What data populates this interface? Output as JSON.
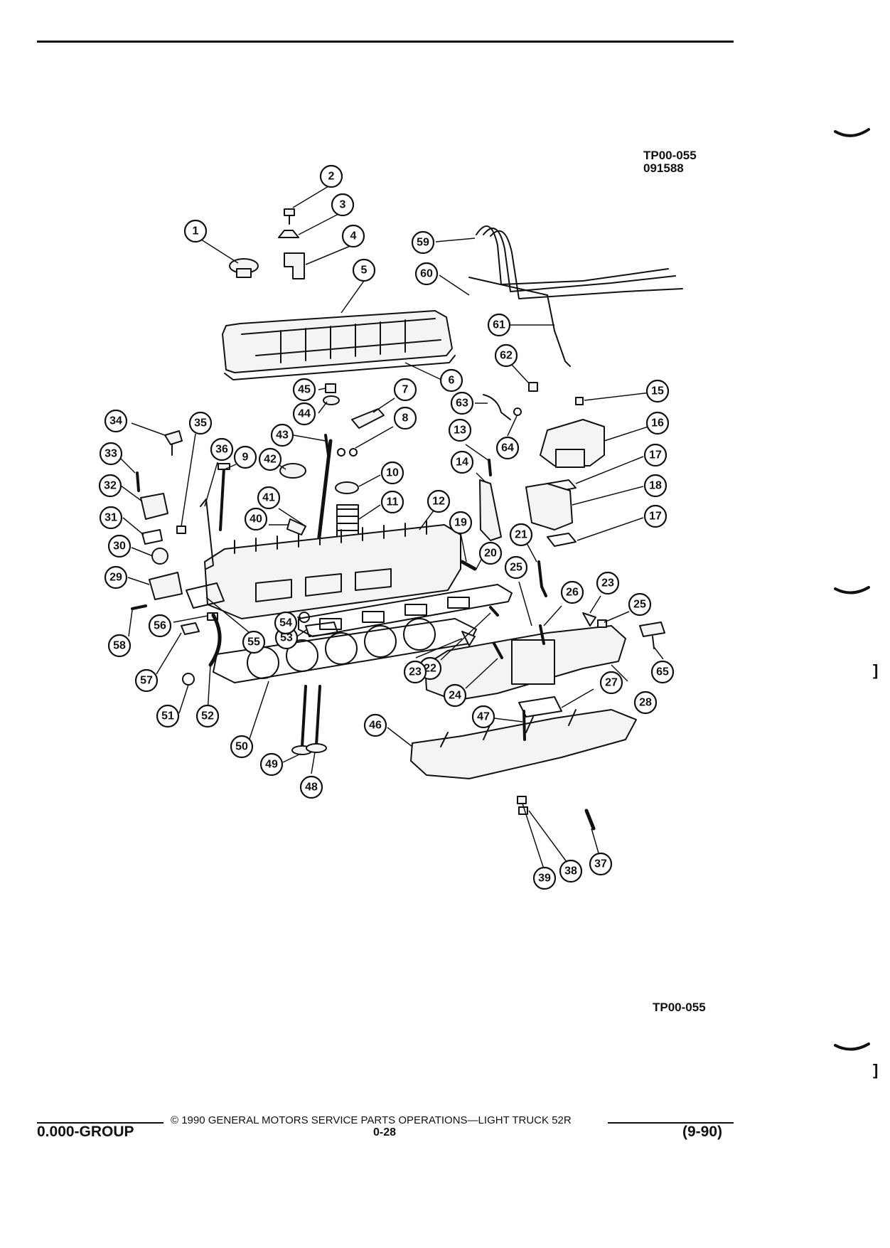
{
  "header": {
    "figure_code": "TP00-055",
    "figure_date": "091588"
  },
  "figure": {
    "bottom_code": "TP00-055",
    "callouts": [
      "1",
      "2",
      "3",
      "4",
      "5",
      "6",
      "7",
      "8",
      "9",
      "10",
      "11",
      "12",
      "13",
      "14",
      "15",
      "16",
      "17",
      "17",
      "18",
      "19",
      "20",
      "21",
      "22",
      "23",
      "23",
      "24",
      "25",
      "25",
      "26",
      "27",
      "28",
      "29",
      "30",
      "31",
      "32",
      "33",
      "34",
      "35",
      "36",
      "37",
      "38",
      "39",
      "40",
      "41",
      "42",
      "43",
      "44",
      "45",
      "46",
      "47",
      "48",
      "49",
      "50",
      "51",
      "52",
      "53",
      "54",
      "55",
      "56",
      "57",
      "58",
      "59",
      "60",
      "61",
      "62",
      "63",
      "64",
      "65"
    ]
  },
  "footer": {
    "copyright": "© 1990 GENERAL MOTORS SERVICE PARTS OPERATIONS—LIGHT TRUCK 52R",
    "group": "0.000-GROUP",
    "page": "0-28",
    "date": "(9-90)"
  },
  "margin": {
    "bracket_1": "]",
    "bracket_2": "]"
  }
}
